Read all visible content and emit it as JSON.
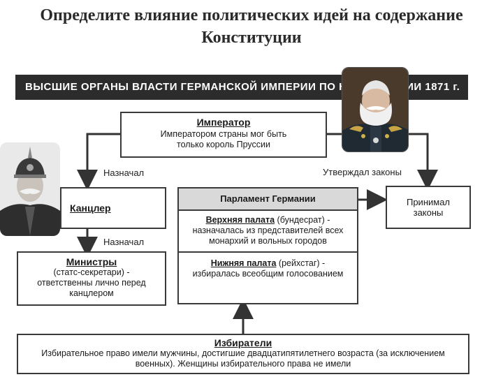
{
  "title": "Определите влияние политических идей на содержание Конституции",
  "banner": "ВЫСШИЕ ОРГАНЫ ВЛАСТИ ГЕРМАНСКОЙ ИМПЕРИИ ПО КОНСТИТУЦИИ 1871 г.",
  "emperor": {
    "head": "Император",
    "text": "Императором страны мог быть только король Пруссии"
  },
  "chancellor": {
    "head": "Канцлер"
  },
  "ministers": {
    "head": "Министры",
    "text": "(статс-секретари) - ответственны лично перед канцлером"
  },
  "parliament": {
    "head": "Парламент Германии",
    "upper_term": "Верхняя палата",
    "upper_text": "(бундесрат) - назначалась из представителей всех монархий и вольных городов",
    "lower_term": "Нижняя палата",
    "lower_text": "(рейхстаг) - избиралась всеобщим голосованием"
  },
  "laws": {
    "text": "Принимал законы"
  },
  "voters": {
    "head": "Избиратели",
    "text": "Избирательное право имели мужчины, достигшие двадцатипятилетнего возраста (за исключением военных). Женщины избирательного права не имели"
  },
  "labels": {
    "appointed_1": "Назначал",
    "appointed_2": "Назначал",
    "approved_laws": "Утверждал законы"
  },
  "colors": {
    "banner": "#2c2c2c",
    "border": "#3a3a3a",
    "parliament_header": "#d9d9d9"
  },
  "icons": {
    "portrait_emperor": "kaiser-portrait",
    "portrait_chancellor": "bismarck-portrait"
  }
}
